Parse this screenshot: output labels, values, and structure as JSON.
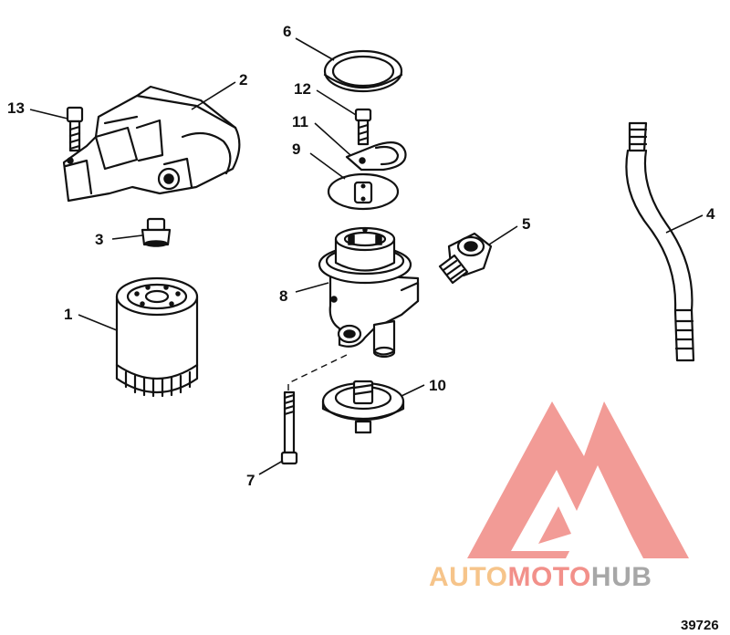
{
  "diagram": {
    "callouts": [
      "1",
      "2",
      "3",
      "4",
      "5",
      "6",
      "7",
      "8",
      "9",
      "10",
      "11",
      "12",
      "13"
    ],
    "figure_id": "39726"
  },
  "watermark": {
    "words": [
      "AUTO",
      "MOTO",
      "HUB"
    ],
    "colors": {
      "auto": "#f6c48a",
      "moto": "#f2908a",
      "hub": "#a7a7a7",
      "logo": "#f08a84"
    }
  }
}
